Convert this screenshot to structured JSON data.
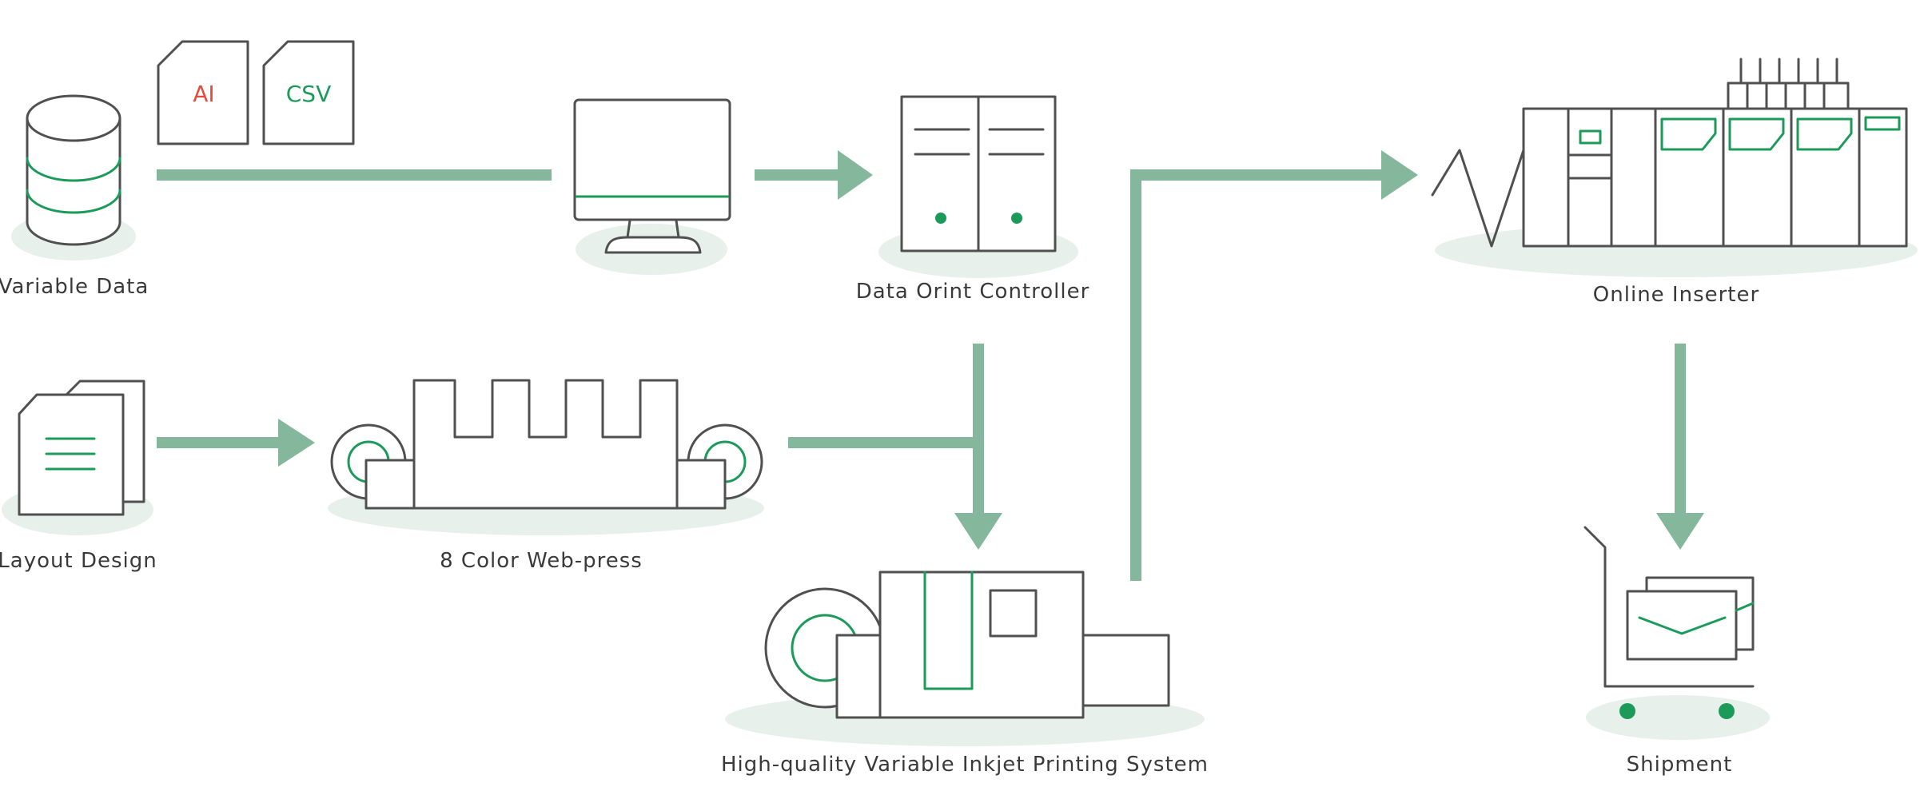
{
  "colors": {
    "line": "#505050",
    "accent": "#1c9a5a",
    "flow": "#84b79c",
    "shadow": "#e7f0eb",
    "ai_tag": "#e64a3a",
    "csv_tag": "#1c9a5a"
  },
  "file_tags": {
    "ai": "AI",
    "csv": "CSV"
  },
  "nodes": {
    "variable_data": {
      "label": "Variable Data",
      "icon": "database-icon"
    },
    "layout_design": {
      "label": "Layout Design",
      "icon": "document-stack-icon"
    },
    "monitor": {
      "icon": "monitor-icon"
    },
    "controller": {
      "label": "Data Orint Controller",
      "icon": "server-cabinet-icon"
    },
    "web_press": {
      "label": "8 Color Web-press",
      "icon": "web-press-icon"
    },
    "inkjet": {
      "label": "High-quality Variable Inkjet Printing System",
      "icon": "inkjet-printer-icon"
    },
    "inserter": {
      "label": "Online Inserter",
      "icon": "inserter-machine-icon"
    },
    "shipment": {
      "label": "Shipment",
      "icon": "mail-cart-icon"
    }
  }
}
